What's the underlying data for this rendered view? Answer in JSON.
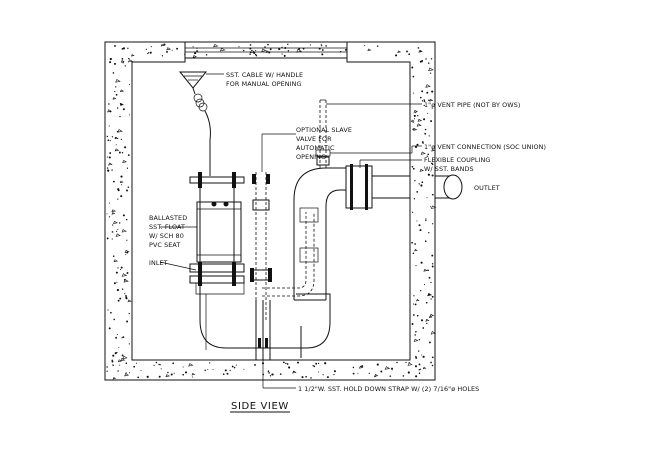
{
  "view_title": "SIDE VIEW",
  "labels": {
    "cable": [
      "SST. CABLE W/ HANDLE",
      "FOR MANUAL OPENING"
    ],
    "vent_pipe": "1\"ø VENT PIPE (NOT BY OWS)",
    "slave_valve": [
      "OPTIONAL SLAVE",
      "VALVE FOR",
      "AUTOMATIC",
      "OPENING"
    ],
    "vent_connection": "1\"ø VENT CONNECTION (SOC UNION)",
    "coupling": [
      "FLEXIBLE COUPLING",
      "W/ SST. BANDS"
    ],
    "outlet": "OUTLET",
    "float": [
      "BALLASTED",
      "SST. FLOAT",
      "W/ SCH 80",
      "PVC SEAT"
    ],
    "inlet": "INLET",
    "strap": "1 1/2\"W. SST. HOLD DOWN STRAP W/ (2) 7/16\"ø HOLES"
  }
}
